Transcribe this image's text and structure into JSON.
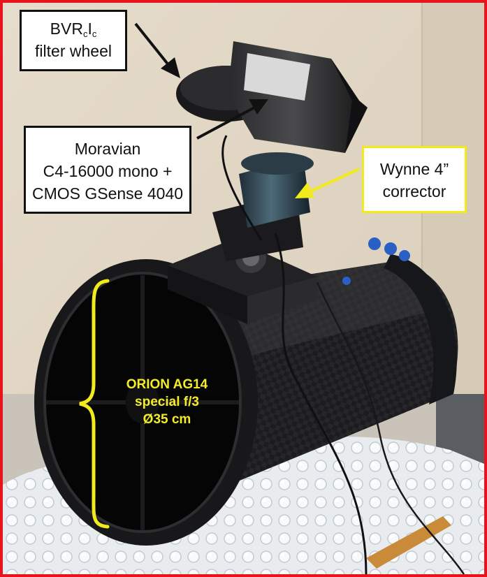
{
  "colors": {
    "frame_border": "#e8141b",
    "annotation_yellow": "#f2ea1b",
    "annotation_black": "#111111"
  },
  "labels": {
    "filter_wheel": {
      "prefix": "BVR",
      "sub1": "c",
      "middle": "I",
      "sub2": "c",
      "line2": "filter wheel"
    },
    "camera": {
      "line1": "Moravian",
      "line2": "C4-16000 mono +",
      "line3": "CMOS GSense 4040"
    },
    "corrector": {
      "line1": "Wynne 4”",
      "line2": "corrector"
    },
    "telescope": {
      "line1": "ORION AG14",
      "line2": "special f/3",
      "line3": "Ø35 cm"
    }
  },
  "icons": [
    "arrow-icon",
    "curly-brace-icon"
  ]
}
